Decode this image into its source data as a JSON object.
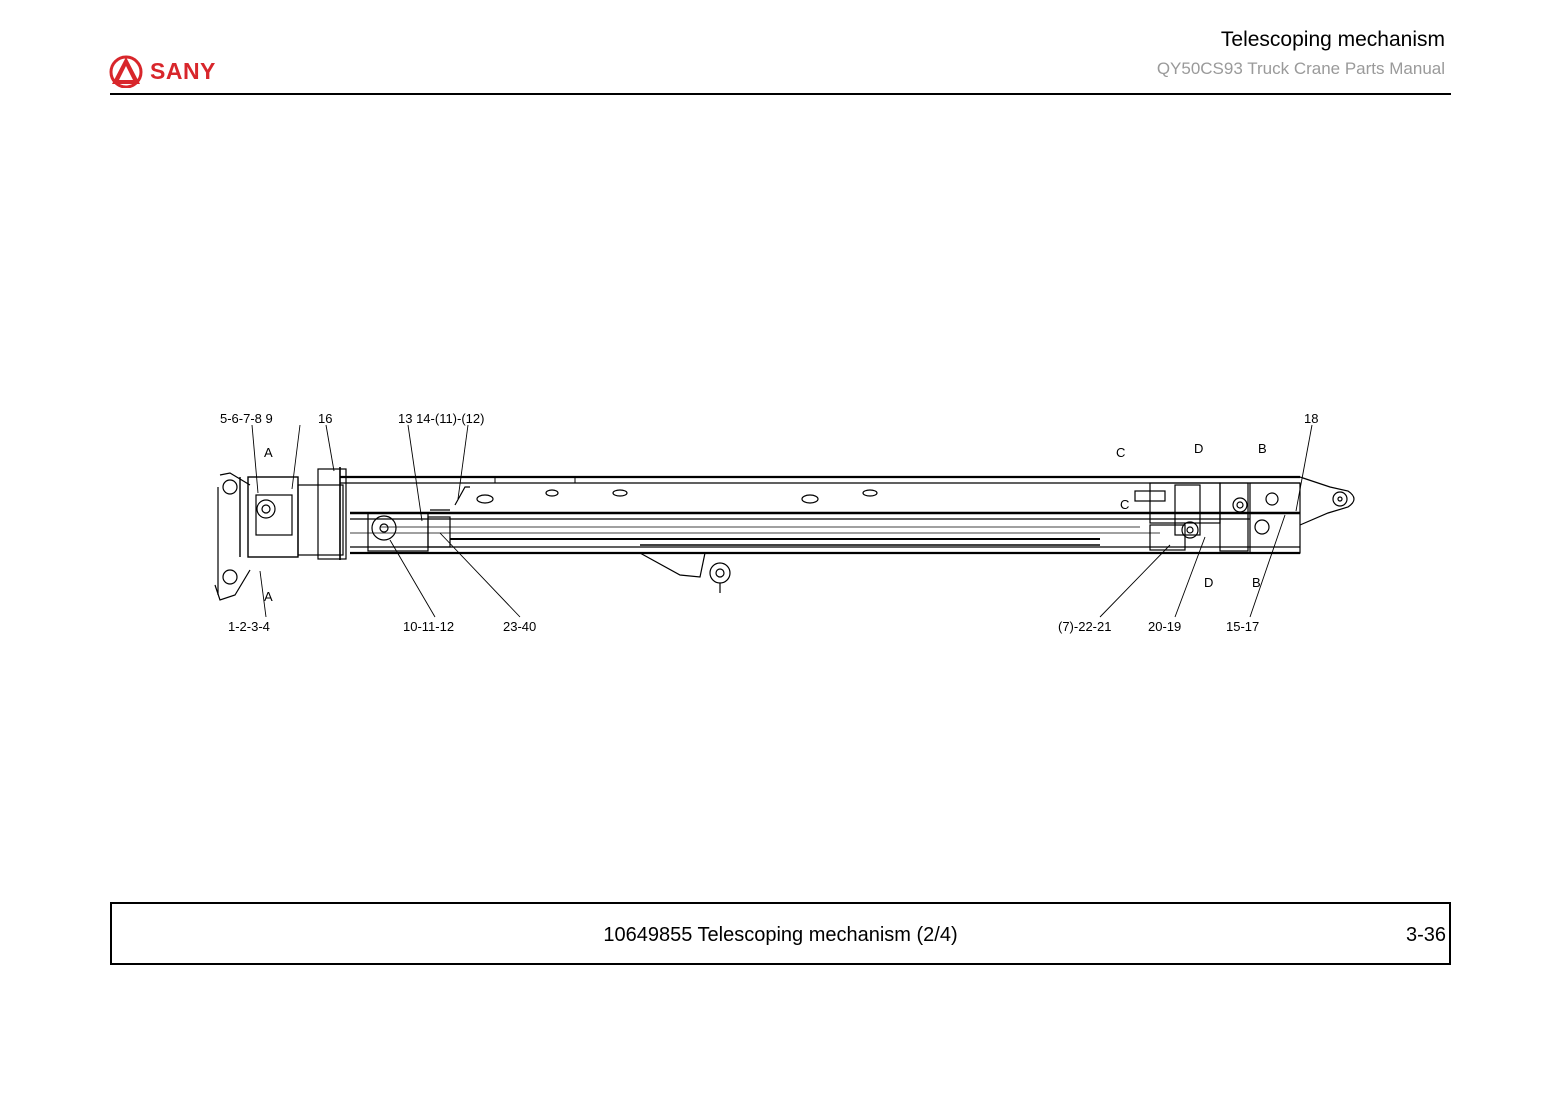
{
  "header": {
    "logo_text": "SANY",
    "title": "Telescoping mechanism",
    "subtitle": "QY50CS93 Truck Crane  Parts Manual"
  },
  "drawing": {
    "callouts": {
      "top_left_a": "5-6-7-8 9",
      "top_left_b": "16",
      "top_mid": "13  14-(11)-(12)",
      "top_right": "18",
      "bottom_a": "1-2-3-4",
      "bottom_b": "10-11-12",
      "bottom_c": "23-40",
      "bottom_d": "(7)-22-21",
      "bottom_e": "20-19",
      "bottom_f": "15-17"
    },
    "section_marks": {
      "a_top": "A",
      "a_bottom": "A",
      "c_top": "C",
      "c_mid": "C",
      "d_top": "D",
      "d_bottom": "D",
      "b_top": "B",
      "b_bottom": "B"
    }
  },
  "footer": {
    "caption": "10649855 Telescoping mechanism (2/4)",
    "page": "3-36"
  }
}
